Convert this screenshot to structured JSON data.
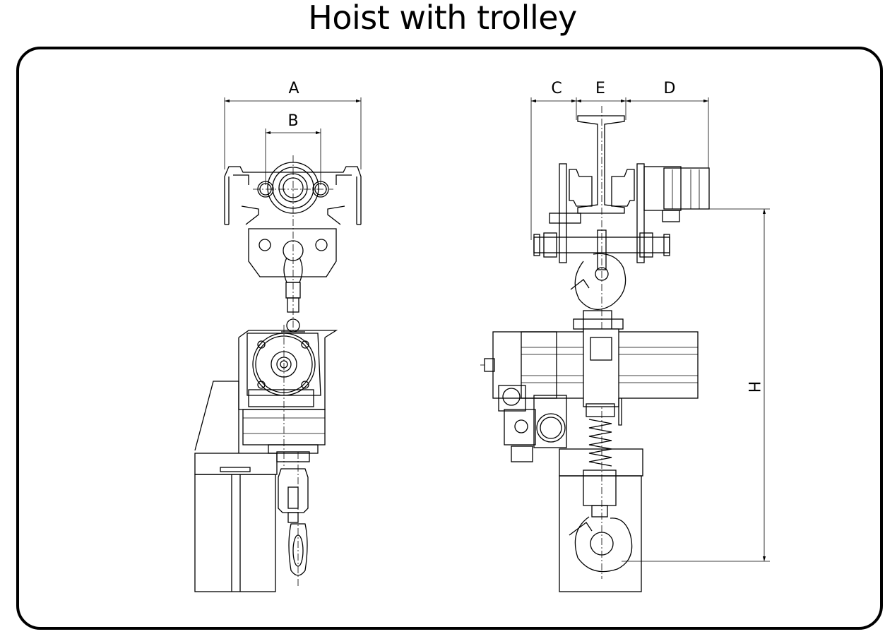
{
  "title": "Hoist with trolley",
  "dimensions": {
    "a": "A",
    "b": "B",
    "c": "C",
    "e": "E",
    "d": "D",
    "h": "H"
  }
}
